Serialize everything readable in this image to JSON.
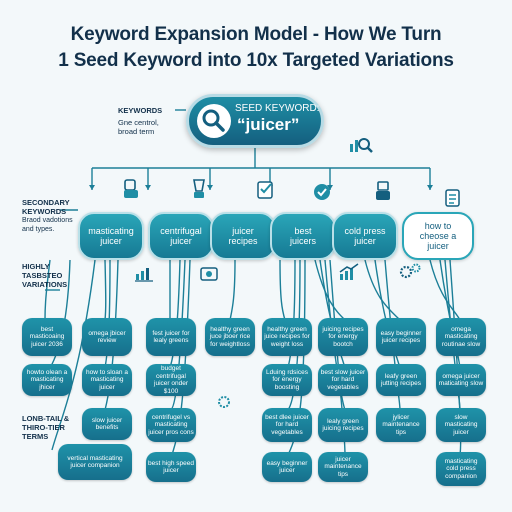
{
  "title": {
    "line1": "Keyword Expansion Model - How We Turn",
    "line2": "1 Seed Keyword into 10x Targeted Variations"
  },
  "seed": {
    "label": "SEED KEYWORD:",
    "value": "“juicer”"
  },
  "side": {
    "keywords": {
      "heading": "KEYWORDS",
      "desc1": "Gne centrol,",
      "desc2": "broad term"
    },
    "secondary": {
      "heading1": "SECONDARY",
      "heading2": "KEYWORDS",
      "desc1": "Braod vadotions",
      "desc2": "and types."
    },
    "highly": {
      "heading1": "HIGHLY",
      "heading2": "TASBSTEO",
      "heading3": "VARIATIONS"
    },
    "longtail": {
      "heading1": "LONB-TAIL &",
      "heading2": "THIRO-TIER",
      "heading3": "TERMS"
    }
  },
  "secondary": [
    {
      "line1": "masticating",
      "line2": "juicer"
    },
    {
      "line1": "centrifugal",
      "line2": "juicer"
    },
    {
      "line1": "juicer",
      "line2": "recipes"
    },
    {
      "line1": "best",
      "line2": "juicers"
    },
    {
      "line1": "cold press",
      "line2": "juicer"
    },
    {
      "line1": "how to",
      "line2": "cheose a",
      "line3": "juicer"
    }
  ],
  "leaves": [
    {
      "t": "best masticoaing juicer 2036"
    },
    {
      "t": "howto olean a masticating jhicer"
    },
    {
      "t": "vertical masticating juicer companion"
    },
    {
      "t": "omega jbicer review"
    },
    {
      "t": "how to sloan a masticating juicer"
    },
    {
      "t": "slow juicer benefits"
    },
    {
      "t": "fest juicer for lealy greens"
    },
    {
      "t": "budget centrifugal juicer onder $100"
    },
    {
      "t": "centrifugel vs masticating juicer pros cons"
    },
    {
      "t": "best high speed juicer"
    },
    {
      "t": "healthy green juce jboer rice for weightloss"
    },
    {
      "t": "healthy green juice recipes for weight loss"
    },
    {
      "t": "Lduing rdsices for energy boosting"
    },
    {
      "t": "best dlee juicer for hard vegetables"
    },
    {
      "t": "easy beginner juicer"
    },
    {
      "t": "juicing recipes for energy bootch"
    },
    {
      "t": "best slow juicer for hard vegetables"
    },
    {
      "t": "lealy green juicing recipes"
    },
    {
      "t": "juicer maintenance tips"
    },
    {
      "t": "easy beginner juicer recipes"
    },
    {
      "t": "leafy green jutting recipes"
    },
    {
      "t": "jylicer maintenance tips"
    },
    {
      "t": "omega masticating routinae slow"
    },
    {
      "t": "omega juicer maticating slow"
    },
    {
      "t": "slow masticating juicer"
    },
    {
      "t": "masticating cold press companion"
    }
  ],
  "colors": {
    "accent": "#1f8ea5",
    "dark": "#145f7f",
    "text": "#12304a",
    "line": "#1c7f98"
  },
  "icons": [
    "magnifier-icon",
    "juicer-icon",
    "chart-icon",
    "checklist-icon",
    "gear-icon",
    "kitchen-icon"
  ]
}
